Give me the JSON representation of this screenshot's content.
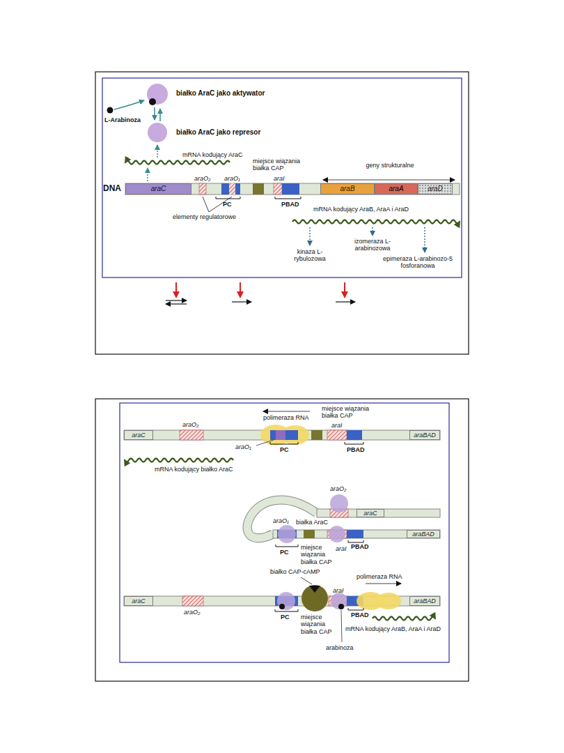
{
  "diagram": {
    "nodes": [
      {
        "text": [
          "araC"
        ]
      },
      {
        "text": [
          "araB"
        ]
      },
      {
        "text": [
          "araA"
        ]
      },
      {
        "text": [
          "araD"
        ]
      },
      {
        "text": [
          "araC"
        ]
      },
      {
        "text": [
          "araBAD"
        ]
      },
      {
        "text": [
          "araC"
        ]
      },
      {
        "text": [
          "araBAD"
        ]
      },
      {
        "text": [
          "araC"
        ]
      },
      {
        "text": [
          "araBAD"
        ]
      }
    ],
    "labels": [
      "białko AraC jako aktywator",
      "L-Arabinoza",
      "białko AraC jako represor",
      "mRNA kodujący AraC",
      "miejsce wiązania białka CAP",
      "geny strukturalne",
      "DNA",
      "araO₂",
      "araO₁",
      "araI",
      "PC",
      "PBAD",
      "elementy regulatorowe",
      "mRNA kodujący AraB, AraA i AraD",
      "izomeraza L-arabinozowa",
      "kinaza L-rybulozowa",
      "epimeraza L-arabinozo-5 fosforanowa",
      "araO₂",
      "polimeraza RNA",
      "miejsce wiązania białka CAP",
      "araI",
      "araO₁",
      "PC",
      "PBAD",
      "mRNA kodujący białko AraC",
      "araO₂",
      "araO₁",
      "białka AraC",
      "araI",
      "miejsce wiązania białka CAP",
      "PC",
      "PBAD",
      "białko CAP-cAMP",
      "polimeraza RNA",
      "araI",
      "araO₂",
      "PC",
      "miejsce wiązania białka CAP",
      "PBAD",
      "mRNA kodujący AraB, AraA i AraD",
      "arabinoza"
    ]
  }
}
